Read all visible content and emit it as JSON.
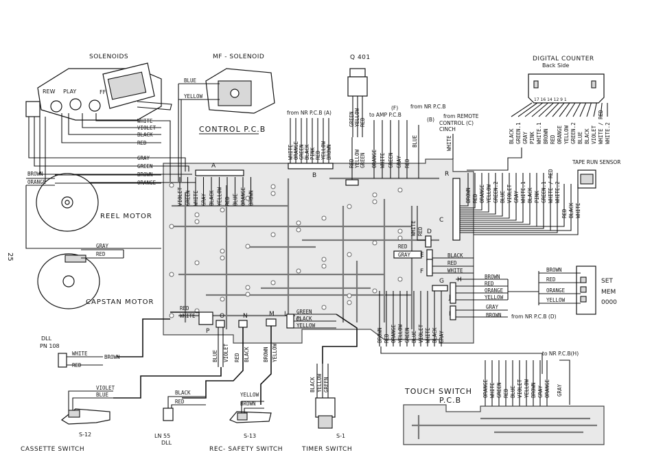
{
  "page_number": "25",
  "titles": {
    "solenoids": "SOLENOIDS",
    "mf_solenoid": "MF - SOLENOID",
    "q401": "Q 401",
    "digital_counter": "DIGITAL COUNTER",
    "back_side": "Back Side",
    "control_pcb": "CONTROL P.C.B",
    "tape_run_sensor": "TAPE RUN SENSOR",
    "reel_motor": "REEL MOTOR",
    "capstan_motor": "CAPSTAN MOTOR",
    "dll_pn108": "DLL",
    "pn108": "PN 108",
    "cassette_switch": "CASSETTE SWITCH",
    "s12": "S-12",
    "ln55": "LN 55",
    "dll2": "DLL",
    "rec_safety_switch": "REC- SAFETY SWITCH",
    "s13": "S-13",
    "timer_switch": "TIMER SWITCH",
    "s1": "S-1",
    "touch_switch": "TOUCH SWITCH",
    "touch_pcb": "P.C.B",
    "set": "SET",
    "mem": "MEM",
    "zero": "0000"
  },
  "solenoid_labels": {
    "rew": "REW",
    "play": "PLAY",
    "ff": "FF"
  },
  "refs": {
    "from_nr_pcb_a": "from NR P.C.B (A)",
    "to_amp_pcb_f": "to AMP P.C.B",
    "f_paren": "(F)",
    "from_nr_pcb_b": "from NR P.C.B",
    "b_paren": "(B)",
    "from_remote": "from REMOTE",
    "control_c": "CONTROL (C)",
    "cinch": "CINCH",
    "from_nr_pcb_d": "from NR P.C.B (D)",
    "to_nr_pcb_h": "to NR P.C.B(H)"
  },
  "connector_letters": [
    "A",
    "B",
    "C",
    "D",
    "E",
    "F",
    "G",
    "H",
    "J",
    "K",
    "L",
    "M",
    "N",
    "O",
    "P",
    "R"
  ],
  "wires": {
    "mf_solenoid": [
      "BLUE",
      "YELLOW"
    ],
    "solenoid_bus": [
      "WHITE",
      "VIOLET",
      "BLACK",
      "RED",
      "GRAY",
      "GREEN",
      "BROWN",
      "ORANGE"
    ],
    "conn_a": [
      "VIOLET",
      "GREEN",
      "WHITE",
      "GRAY",
      "BLACK",
      "YELLOW",
      "RED",
      "BLUE",
      "ORANGE",
      "BROWN"
    ],
    "conn_b": [
      "WHITE",
      "ORANGE",
      "GREEN",
      "BLACK",
      "PINK",
      "RED",
      "YELLOW",
      "BROWN"
    ],
    "q401": [
      "GREEN",
      "YELLOW",
      "RED"
    ],
    "q401_down": [
      "RED",
      "YELLOW",
      "GREEN"
    ],
    "to_amp": [
      "ORANGE",
      "WHITE",
      "GREEN",
      "GRAY",
      "RED"
    ],
    "nr_b": [
      "BLUE"
    ],
    "remote": [
      "WHITE"
    ],
    "counter": [
      "BLACK",
      "GREEN.1",
      "GRAY",
      "PINK",
      "WHITE.1",
      "BROWN",
      "RED",
      "ORANGE",
      "YELLOW",
      "GREEN.2",
      "BLUE",
      "BLACK",
      "VIOLET",
      "WHITE / RED",
      "WHITE.2"
    ],
    "counter_down": [
      "BROWN",
      "RED",
      "ORANGE",
      "YELLOW",
      "GREEN.2",
      "BLUE",
      "VIOLET",
      "GRAY",
      "WHITE.1",
      "BLACK",
      "PINK",
      "GREEN.1",
      "WHITE / RED",
      "WHITE.2"
    ],
    "tape_sensor": [
      "RED",
      "BLACK",
      "WHITE"
    ],
    "reel_motor": [
      "BROWN",
      "ORANGE"
    ],
    "capstan_motor": [
      "GRAY",
      "RED"
    ],
    "conn_d_up": [
      "WHITE",
      "RED"
    ],
    "conn_e": [
      "RED",
      "GRAY"
    ],
    "conn_f": [
      "BLACK",
      "RED",
      "WHITE"
    ],
    "conn_h": [
      "BROWN",
      "RED",
      "ORANGE",
      "YELLOW"
    ],
    "conn_k": [
      "GRAY",
      "BROWN"
    ],
    "mem_switch": [
      "BROWN",
      "RED",
      "ORANGE",
      "YELLOW"
    ],
    "conn_g": [
      "BROWN",
      "RED",
      "ORANGE",
      "YELLOW",
      "GREEN",
      "BLUE",
      "VIOLET",
      "WHITE",
      "BLACK",
      "GRAY"
    ],
    "conn_p": [
      "RED",
      "WHITE"
    ],
    "dll_pn108": [
      "WHITE",
      "RED",
      "BROWN"
    ],
    "conn_o": [
      "BLUE",
      "VIOLET"
    ],
    "conn_n": [
      "RED",
      "BLACK"
    ],
    "conn_m": [
      "BROWN",
      "YELLOW"
    ],
    "conn_l": [
      "GREEN",
      "BLACK",
      "YELLOW"
    ],
    "cassette_switch": [
      "VIOLET",
      "BLUE"
    ],
    "ln55": [
      "BLACK",
      "RED"
    ],
    "rec_safety": [
      "YELLOW",
      "BROWN"
    ],
    "timer": [
      "BLACK",
      "YELLOW",
      "GREEN"
    ],
    "touch": [
      "ORANGE",
      "WHITE",
      "GREEN",
      "RED",
      "BLUE",
      "VIOLET",
      "YELLOW",
      "BROWN",
      "GRAY",
      "ORANGE"
    ],
    "touch_gray": [
      "GRAY"
    ]
  },
  "counter_pins": "17 16 14 12   9         1"
}
